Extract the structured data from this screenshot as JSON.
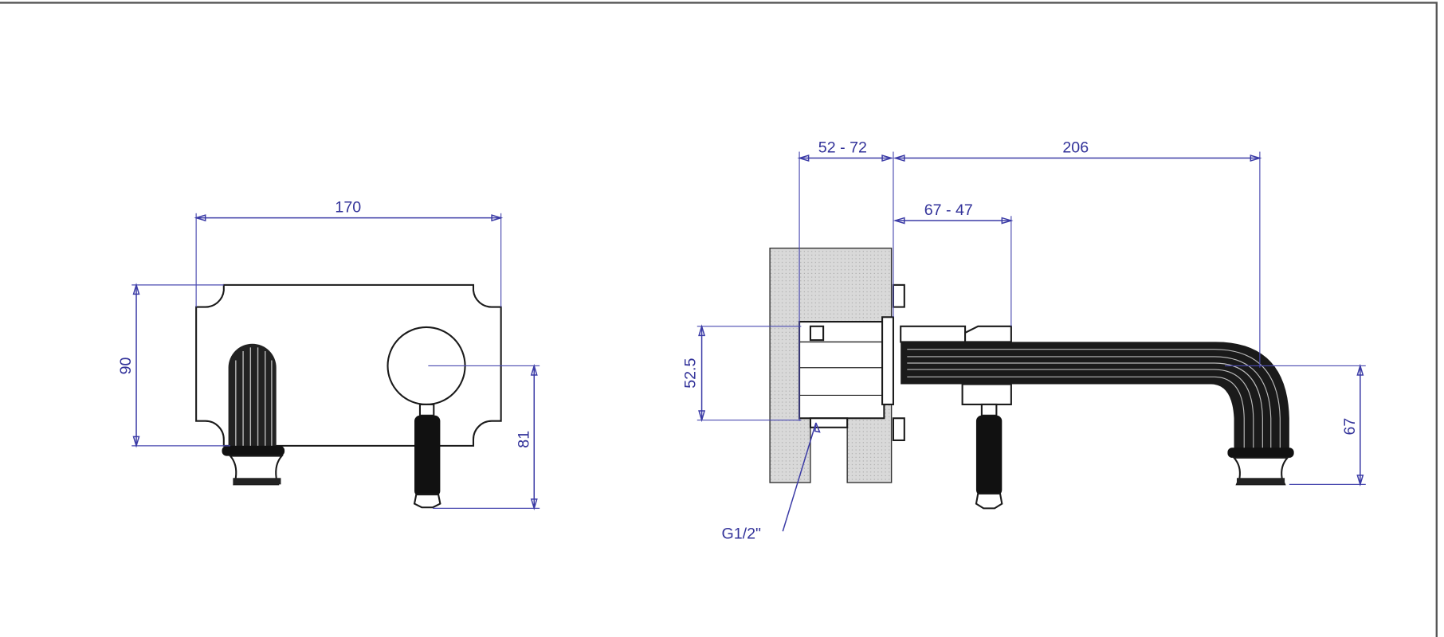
{
  "drawing": {
    "front_view": {
      "width_label": "170",
      "height_label": "90",
      "handle_height_label": "81"
    },
    "side_view": {
      "wall_depth_label": "52 - 72",
      "spout_projection_label": "206",
      "handle_offset_label": "67 - 47",
      "body_height_label": "52.5",
      "spout_height_label": "67",
      "connection_label": "G1/2\""
    },
    "colors": {
      "dimension": "#3b3ba6",
      "outline": "#1a1a1a",
      "wall_fill": "#d6d6d6"
    }
  }
}
